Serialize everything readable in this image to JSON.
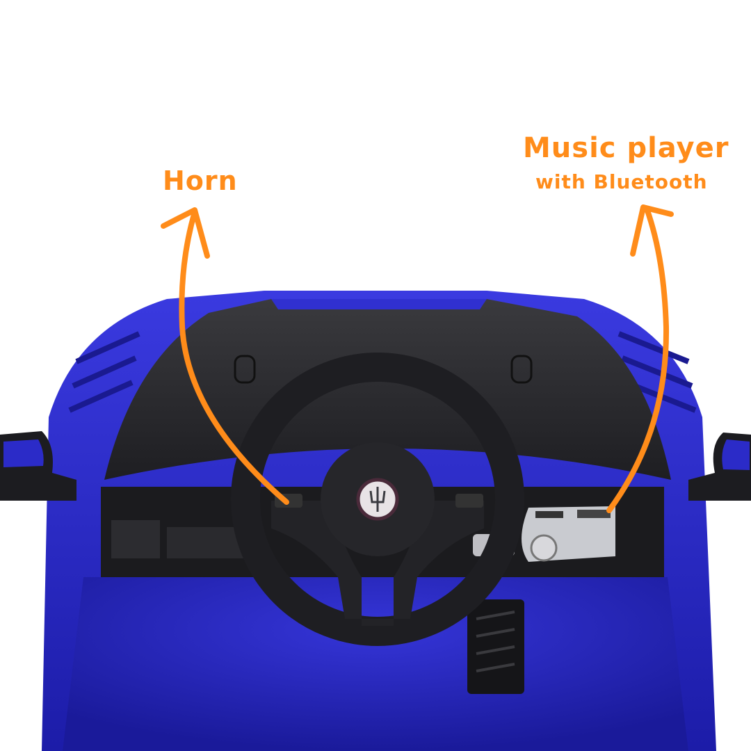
{
  "annotations": {
    "horn": {
      "label": "Horn"
    },
    "music_player": {
      "label": "Music player",
      "sublabel": "with Bluetooth"
    }
  },
  "colors": {
    "annotation": "#FF8C1A",
    "car_body": "#2626C8",
    "hood": "#2b2b2e",
    "background": "#ffffff"
  },
  "subject": {
    "steering_wheel_logo": "trident-emblem-icon"
  }
}
